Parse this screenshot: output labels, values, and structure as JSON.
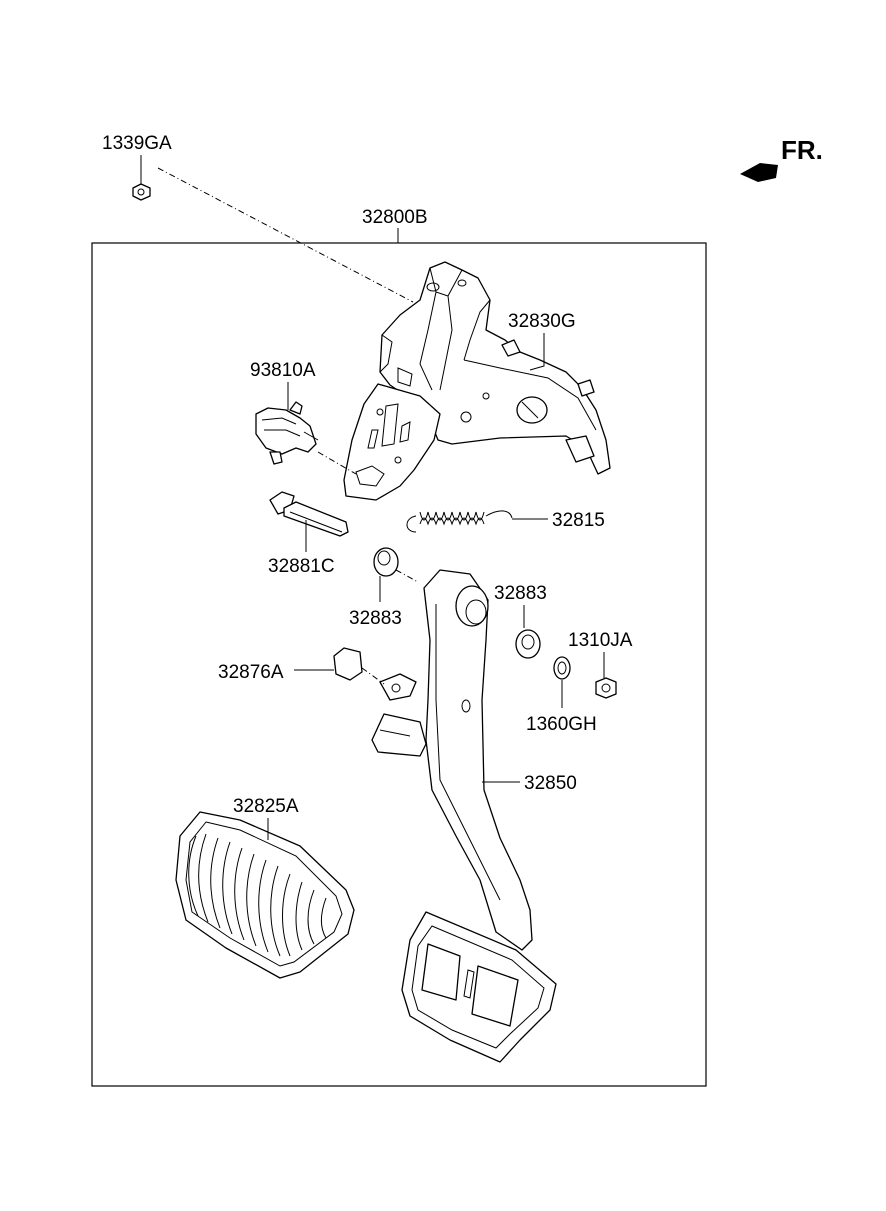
{
  "direction_label": "FR.",
  "assembly_label": "32800B",
  "labels": {
    "p1339GA": "1339GA",
    "p32830G": "32830G",
    "p93810A": "93810A",
    "p32815": "32815",
    "p32881C": "32881C",
    "p32883_left": "32883",
    "p32883_right": "32883",
    "p1310JA": "1310JA",
    "p32876A": "32876A",
    "p1360GH": "1360GH",
    "p32850": "32850",
    "p32825A": "32825A"
  }
}
